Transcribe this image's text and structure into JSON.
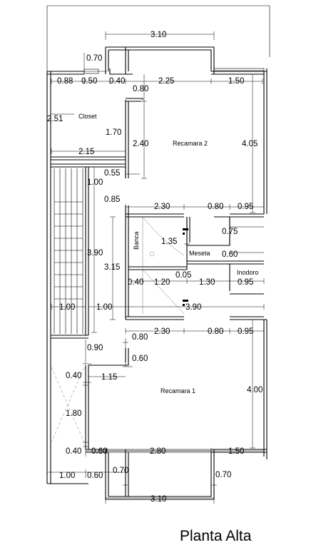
{
  "title": "Planta Alta",
  "rooms": {
    "closet": "Closet",
    "recamara2": "Recamara 2",
    "banca": "Banca",
    "meseta": "Meseta",
    "inodoro": "Inodoro",
    "recamara1": "Recamara 1"
  },
  "dimensions": {
    "top_width": "3.10",
    "d070_top": "0.70",
    "d088": "0.88",
    "d050": "0.50",
    "d040_top": "0.40",
    "d080_top": "0.80",
    "d225": "2.25",
    "d150_top": "1.50",
    "d251": "2.51",
    "d170": "1.70",
    "d240": "2.40",
    "d405": "4.05",
    "d215": "2.15",
    "d055": "0.55",
    "d100_stair": "1.00",
    "d085": "0.85",
    "d230_top": "2.30",
    "d080_mid": "0.80",
    "d095_top": "0.95",
    "d075": "0.75",
    "d135": "1.35",
    "d390_stair": "3.90",
    "d060_meseta": "0.60",
    "d315": "3.15",
    "d005": "0.05",
    "d040_bath": "0.40",
    "d120": "1.20",
    "d130": "1.30",
    "d095_mid": "0.95",
    "d100_left": "1.00",
    "d100_center": "1.00",
    "d390_hall": "3.90",
    "d230_bot": "2.30",
    "d080_bot": "0.80",
    "d095_bot": "0.95",
    "d080_low": "0.80",
    "d090": "0.90",
    "d060_low": "0.60",
    "d040_a": "0.40",
    "d115": "1.15",
    "d400": "4.00",
    "d180": "1.80",
    "d040_b": "0.40",
    "d060_bot": "0.60",
    "d280": "2.80",
    "d150_bot": "1.50",
    "d100_bot": "1.00",
    "d060_bot2": "0.60",
    "d070_bot": "0.70",
    "d070_right": "0.70",
    "bottom_width": "3.10"
  }
}
